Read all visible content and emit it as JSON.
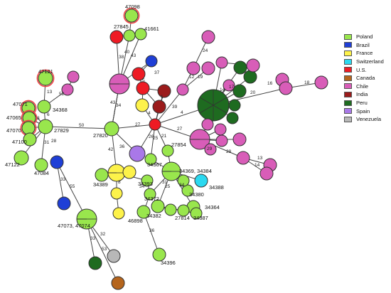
{
  "legend": [
    {
      "country": "Poland",
      "color": "#99e64d"
    },
    {
      "country": "Brazil",
      "color": "#1f3fd6"
    },
    {
      "country": "France",
      "color": "#fdf24a"
    },
    {
      "country": "Switzerland",
      "color": "#2bd9f0"
    },
    {
      "country": "U.S.",
      "color": "#ee1b24"
    },
    {
      "country": "Canada",
      "color": "#b5651d"
    },
    {
      "country": "Chile",
      "color": "#d85db8"
    },
    {
      "country": "India",
      "color": "#9b1b1b"
    },
    {
      "country": "Peru",
      "color": "#1e6b20"
    },
    {
      "country": "Spain",
      "color": "#a978e8"
    },
    {
      "country": "Venezuela",
      "color": "#b8b8b8"
    }
  ],
  "node_labels": [
    "47098",
    "27845",
    "41661",
    "47121",
    "34368",
    "47071",
    "47065",
    "47070",
    "47100",
    "47122",
    "47084",
    "27829",
    "27820",
    "27854",
    "34367",
    "34369, 34384",
    "34389",
    "34393",
    "34372",
    "34380",
    "34364",
    "34382",
    "27814",
    "34387",
    "46898",
    "34396",
    "47073, 47074",
    "34388"
  ],
  "edge_labels": [
    "40",
    "43",
    "38",
    "37",
    "13",
    "52",
    "6",
    "50",
    "3",
    "31",
    "28",
    "33",
    "55",
    "43",
    "34",
    "27",
    "42",
    "36",
    "26",
    "25",
    "21",
    "39",
    "27",
    "24",
    "12",
    "19",
    "4",
    "14",
    "17",
    "20",
    "16",
    "18",
    "29",
    "13",
    "14",
    "29",
    "34",
    "8",
    "31",
    "25",
    "34",
    "33",
    "32",
    "53",
    "36",
    "5",
    "1",
    "4"
  ]
}
